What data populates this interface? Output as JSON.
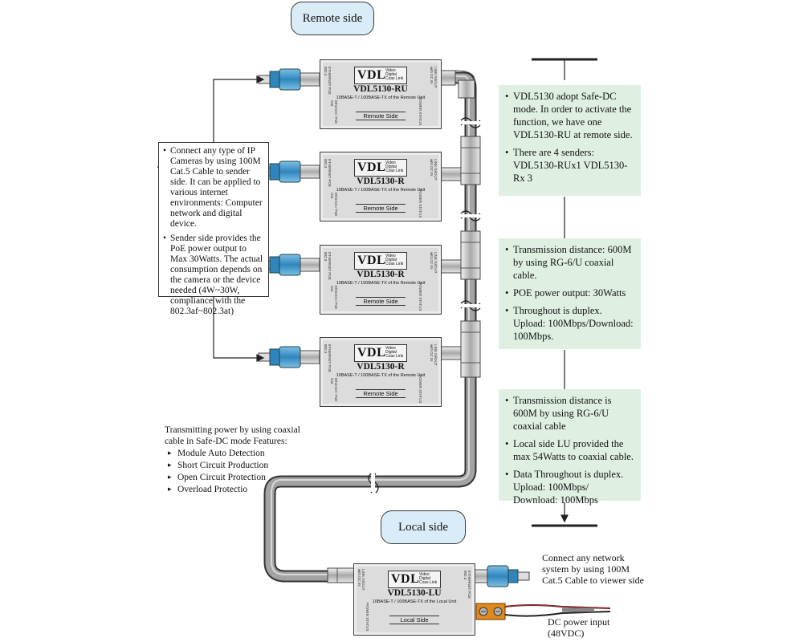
{
  "labels": {
    "remote_side": "Remote side",
    "local_side": "Local side"
  },
  "units": [
    {
      "logo": "VDL",
      "logo_small": "Video Digital Coax Link",
      "model": "VDL5130-RU",
      "sub": "10BASE-T / 100BASE-TX of the Remote Unit",
      "side": "Remote Side"
    },
    {
      "logo": "VDL",
      "logo_small": "Video Digital Coax Link",
      "model": "VDL5130-R",
      "sub": "10BASE-T / 100BASE-TX of the Remote Unit",
      "side": "Remote Side"
    },
    {
      "logo": "VDL",
      "logo_small": "Video Digital Coax Link",
      "model": "VDL5130-R",
      "sub": "10BASE-T / 100BASE-TX of the Remote Unit",
      "side": "Remote Side"
    },
    {
      "logo": "VDL",
      "logo_small": "Video Digital Coax Link",
      "model": "VDL5130-R",
      "sub": "10BASE-T / 100BASE-TX of the Remote Unit",
      "side": "Remote Side"
    }
  ],
  "local_unit": {
    "logo": "VDL",
    "logo_small": "Video Digital Coax Link",
    "model": "VDL5130-LU",
    "sub": "10BASE-T / 100BASE-TX of the Local Unit",
    "side": "Local Side"
  },
  "unit_port_labels": {
    "left_top": "ETHERNET POE 802.3",
    "left_bottom": "Ethernet / PoE Out",
    "right_top": "LINK IN/OUT with DC IN",
    "right_bottom": "POWER STATUS"
  },
  "left_callout": [
    "Connect any type of IP Cameras by using 100M Cat.5 Cable to sender side. It can be applied to various internet environments: Computer network and digital device.",
    "Sender side provides the PoE power output to Max 30Watts. The actual consumption depends on the camera or the device needed (4W~30W, compliance with the 802.3af~802.3at)"
  ],
  "green_boxes": [
    [
      "VDL5130 adopt Safe-DC mode. In order to activate the function, we have one VDL5130-RU at remote side.",
      "There are 4 senders: VDL5130-RUx1 VDL5130-Rx 3"
    ],
    [
      "Transmission distance: 600M by using RG-6/U coaxial cable.",
      "POE power output: 30Watts",
      "Throughout is duplex. Upload: 100Mbps/Download: 100Mbps."
    ],
    [
      "Transmission distance is 600M by using RG-6/U coaxial cable",
      "Local side LU provided the max 54Watts to coaxial cable.",
      "Data Throughout is duplex. Upload: 100Mbps/ Download: 100Mbps"
    ]
  ],
  "features": {
    "intro": "Transmitting power by using coaxial cable in Safe-DC mode Features:",
    "items": [
      "Module Auto Detection",
      "Short Circuit Production",
      "Open Circuit Protection",
      "Overload Protectio"
    ]
  },
  "notes": {
    "viewer": "Connect any network system by using 100M Cat.5 Cable to viewer side",
    "dc_power": "DC power input (48VDC)"
  },
  "colors": {
    "label_bg": "#d9ecf7",
    "green_box_bg": "#dff0e2",
    "unit_body": "#dcdcdc",
    "rj45_blue": "#3a8fc0",
    "cable_gray": "#9a9a9a",
    "terminal_orange": "#e08a1e"
  }
}
